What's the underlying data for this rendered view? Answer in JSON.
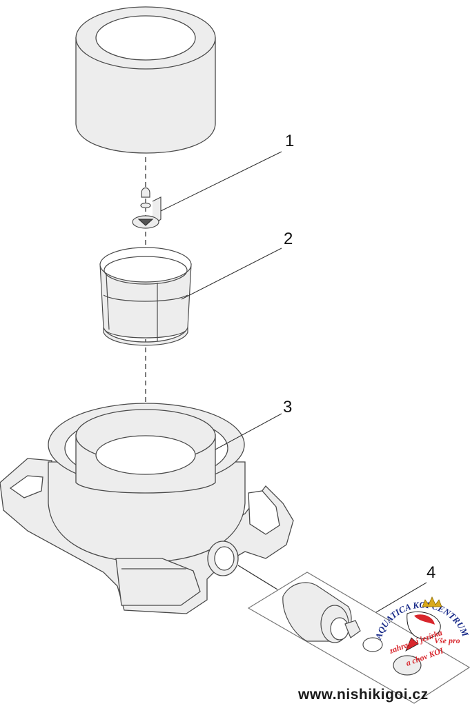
{
  "labels": {
    "part1": "1",
    "part2": "2",
    "part3": "3",
    "part4": "4"
  },
  "logo": {
    "arc_text": "AQUATICA KOI CENTRUM",
    "line1": "Vše pro",
    "line2": "zahradní jezírka",
    "line3": "a chov KOI"
  },
  "footer": {
    "url": "www.nishikigoi.cz"
  },
  "colors": {
    "line": "#4a4a4a",
    "fill": "#ededed",
    "logo_red": "#d8262c",
    "logo_blue": "#1a2c8a",
    "logo_gold": "#d9a91c"
  }
}
